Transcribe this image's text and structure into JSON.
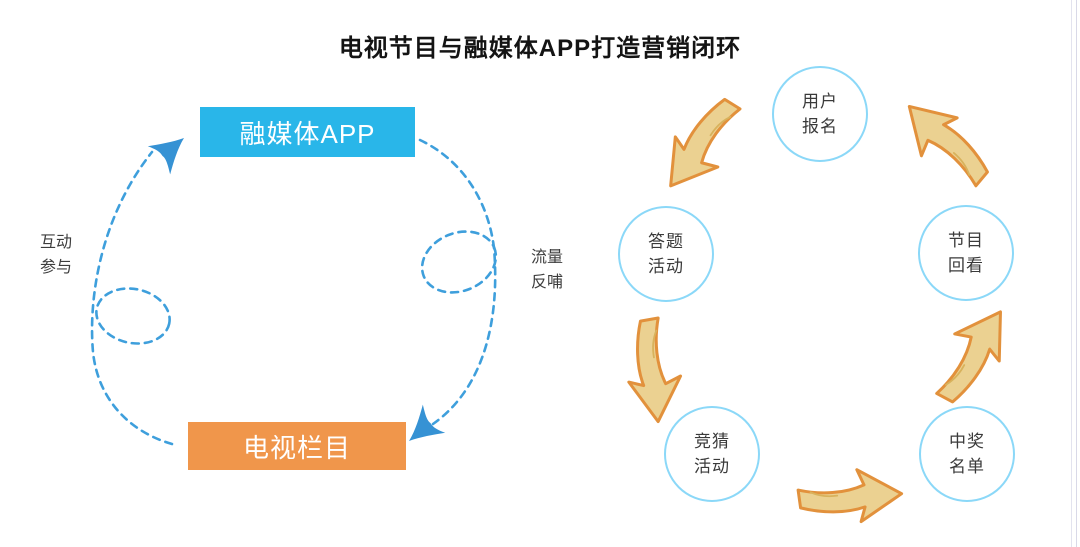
{
  "title": "电视节目与融媒体APP打造营销闭环",
  "left_loop": {
    "app_box": "融媒体APP",
    "tv_box": "电视栏目",
    "left_label_line1": "互动",
    "left_label_line2": "参与",
    "right_label_line1": "流量",
    "right_label_line2": "反哺"
  },
  "cycle": {
    "steps": [
      {
        "line1": "用户",
        "line2": "报名"
      },
      {
        "line1": "节目",
        "line2": "回看"
      },
      {
        "line1": "中奖",
        "line2": "名单"
      },
      {
        "line1": "竞猜",
        "line2": "活动"
      },
      {
        "line1": "答题",
        "line2": "活动"
      }
    ]
  },
  "icons": {
    "flow_arrow": "curved-block-arrow",
    "loop_arrowhead": "hand-drawn-arrowhead",
    "dashed_loop": "dashed-curl-loop"
  },
  "colors": {
    "app_box_bg": "#29B6E9",
    "tv_box_bg": "#F0964B",
    "dashed_loop": "#3E9FDC",
    "arrowhead": "#3692D4",
    "circle_border": "#8BD8F8",
    "arrow_fill": "#EBD191",
    "arrow_outline": "#E2913C",
    "arrow_shine": "#D8B25C"
  }
}
